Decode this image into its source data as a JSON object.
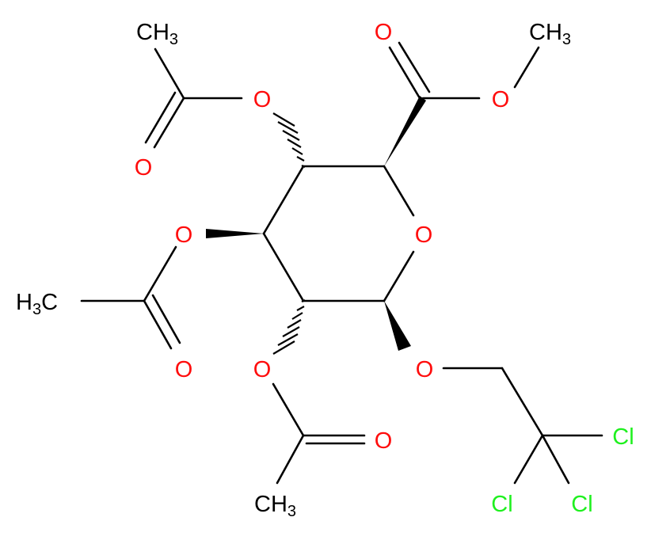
{
  "molecule": {
    "atoms": {
      "o_ring": "O",
      "o_methyl_ester_carbonyl": "O",
      "o_methyl_ester_ether": "O",
      "o_acetyl_3": "O",
      "o_acetyl_3_carbonyl": "O",
      "o_acetyl_4": "O",
      "o_acetyl_4_carbonyl": "O",
      "o_acetyl_2": "O",
      "o_acetyl_2_carbonyl": "O",
      "o_glycosidic": "O",
      "cl_1": "Cl",
      "cl_2": "Cl",
      "cl_3": "Cl"
    },
    "methyls": {
      "ester": {
        "main": "CH",
        "sub": "3"
      },
      "acetyl_top": {
        "main": "CH",
        "sub": "3"
      },
      "acetyl_left": {
        "main": "H",
        "sub": "3",
        "tail": "C"
      },
      "acetyl_bottom": {
        "main": "CH",
        "sub": "3"
      }
    },
    "colors": {
      "carbon_bond": "#000000",
      "oxygen": "#ff0d0d",
      "chlorine": "#1ff01f",
      "carbon_label": "#000000"
    }
  }
}
